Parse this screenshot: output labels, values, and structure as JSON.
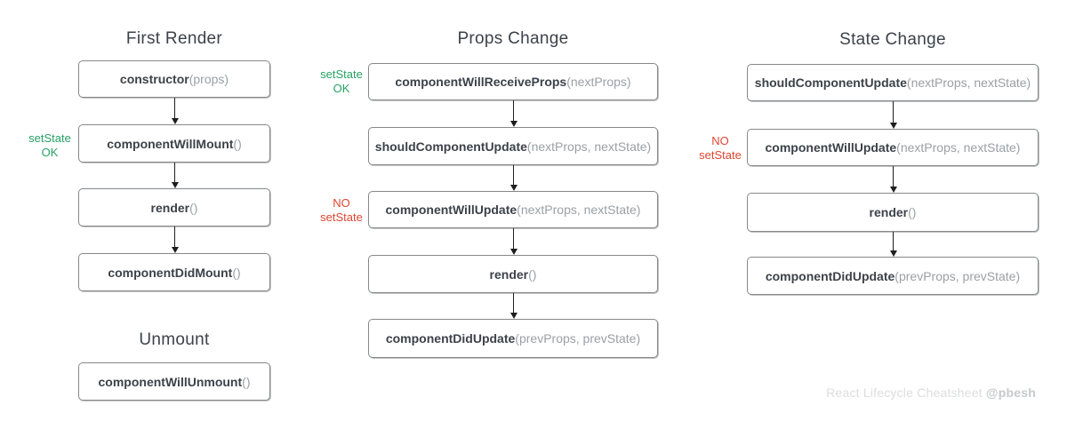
{
  "colors": {
    "setstate_ok_green": "#27a163",
    "no_setstate_red": "#e04531",
    "box_border_gray": "#85888b",
    "method_text_dark": "#3c424a",
    "args_text_gray": "#9aa0a6",
    "arrow_black": "#1e1e1e",
    "footer_gray": "#dcddde"
  },
  "columns": [
    {
      "title": "First Render",
      "boxes": [
        {
          "name": "constructor",
          "args": "(props)"
        },
        {
          "name": "componentWillMount",
          "args": "()"
        },
        {
          "name": "render",
          "args": "()"
        },
        {
          "name": "componentDidMount",
          "args": "()"
        }
      ]
    },
    {
      "title": "Props Change",
      "boxes": [
        {
          "name": "componentWillReceiveProps",
          "args": "(nextProps)"
        },
        {
          "name": "shouldComponentUpdate",
          "args": "(nextProps, nextState)"
        },
        {
          "name": "componentWillUpdate",
          "args": "(nextProps, nextState)"
        },
        {
          "name": "render",
          "args": "()"
        },
        {
          "name": "componentDidUpdate",
          "args": "(prevProps, prevState)"
        }
      ]
    },
    {
      "title": "State Change",
      "boxes": [
        {
          "name": "shouldComponentUpdate",
          "args": "(nextProps, nextState)"
        },
        {
          "name": "componentWillUpdate",
          "args": "(nextProps, nextState)"
        },
        {
          "name": "render",
          "args": "()"
        },
        {
          "name": "componentDidUpdate",
          "args": "(prevProps, prevState)"
        }
      ]
    }
  ],
  "unmount": {
    "title": "Unmount",
    "box": {
      "name": "componentWillUnmount",
      "args": "()"
    }
  },
  "annotations": {
    "first_render_ok": [
      "setState",
      "OK"
    ],
    "props_change_ok": [
      "setState",
      "OK"
    ],
    "props_change_no": [
      "NO",
      "setState"
    ],
    "state_change_no": [
      "NO",
      "setState"
    ]
  },
  "footer": {
    "label": "React Lifecycle Cheatsheet",
    "handle": "@pbesh"
  }
}
